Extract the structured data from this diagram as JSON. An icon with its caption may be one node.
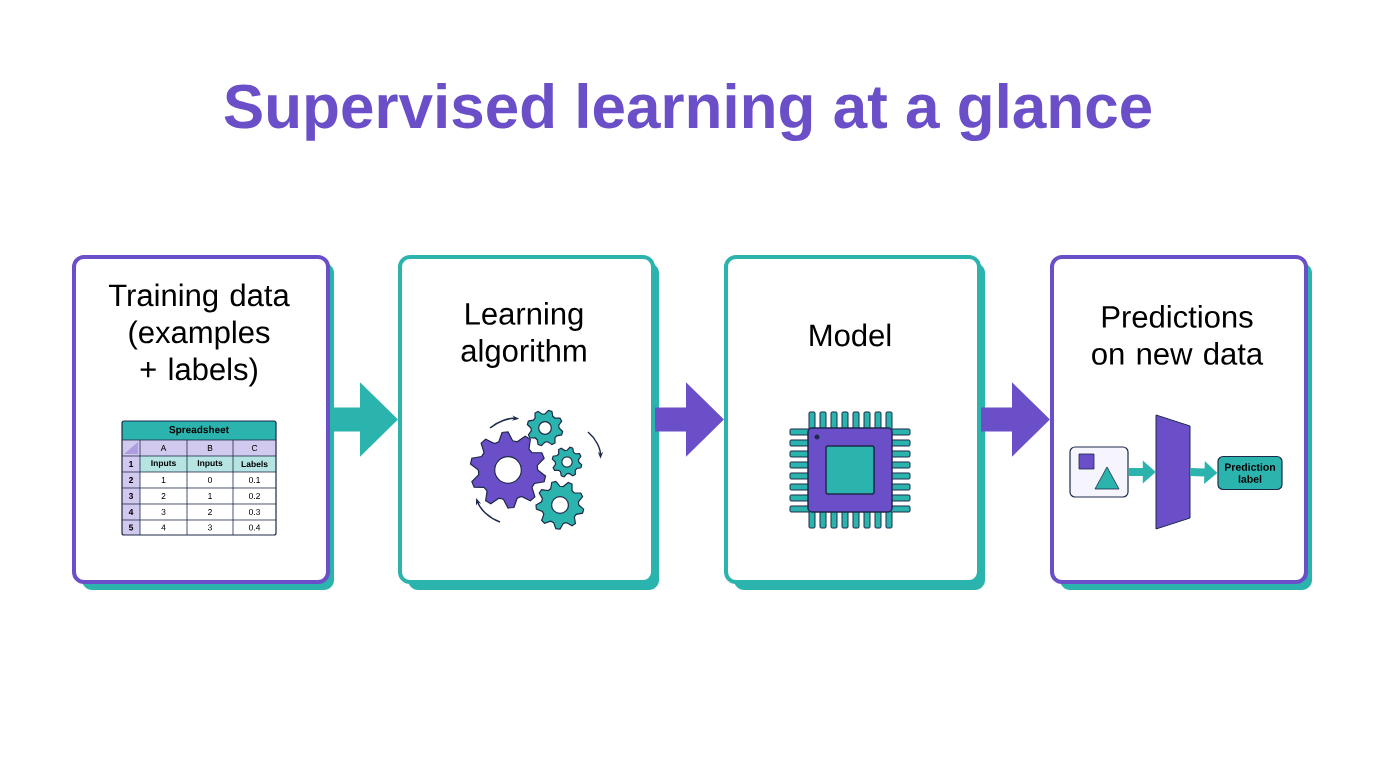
{
  "diagram": {
    "title": "Supervised learning at a glance",
    "nodes": [
      {
        "text": [
          "Training data (examples + labels)"
        ]
      },
      {
        "text": [
          "Learning algorithm"
        ]
      },
      {
        "text": [
          "Model"
        ]
      },
      {
        "text": [
          "Predictions on new data"
        ]
      },
      {
        "text": [],
        "shape": "box",
        "in": 3
      },
      {
        "text": [],
        "shape": "trapezoid",
        "in": 3
      },
      {
        "text": [
          "Prediction label"
        ],
        "in": 3
      }
    ],
    "edges": [
      {
        "from": 0,
        "to": 1,
        "arrow": "to"
      },
      {
        "from": 1,
        "to": 2,
        "arrow": "to",
        "color": "#6a4fc8"
      },
      {
        "from": 2,
        "to": 3,
        "arrow": "to",
        "color": "#6a4fc8"
      },
      {
        "from": 4,
        "to": 5,
        "arrow": "to"
      },
      {
        "from": 5,
        "to": 6,
        "arrow": "to"
      }
    ],
    "labels": [
      "Spreadsheet",
      "A",
      "B",
      "C",
      "1",
      "Inputs",
      "Inputs",
      "Labels",
      "2",
      "1",
      "0",
      "0.1",
      "3",
      "2",
      "1",
      "0.2",
      "4",
      "3",
      "2",
      "0.3",
      "5",
      "4",
      "3",
      "0.4"
    ]
  }
}
